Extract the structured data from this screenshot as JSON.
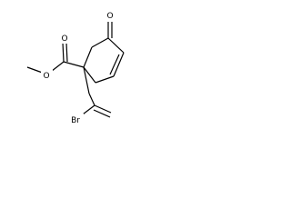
{
  "molecule": {
    "atoms": {
      "carbonyl_oxygen": "O",
      "ester_carbonyl_oxygen": "O",
      "ester_ether_oxygen": "O",
      "bromine": "Br"
    },
    "colors": {
      "bond": "#000000",
      "label": "#000000",
      "background": "#ffffff"
    }
  }
}
